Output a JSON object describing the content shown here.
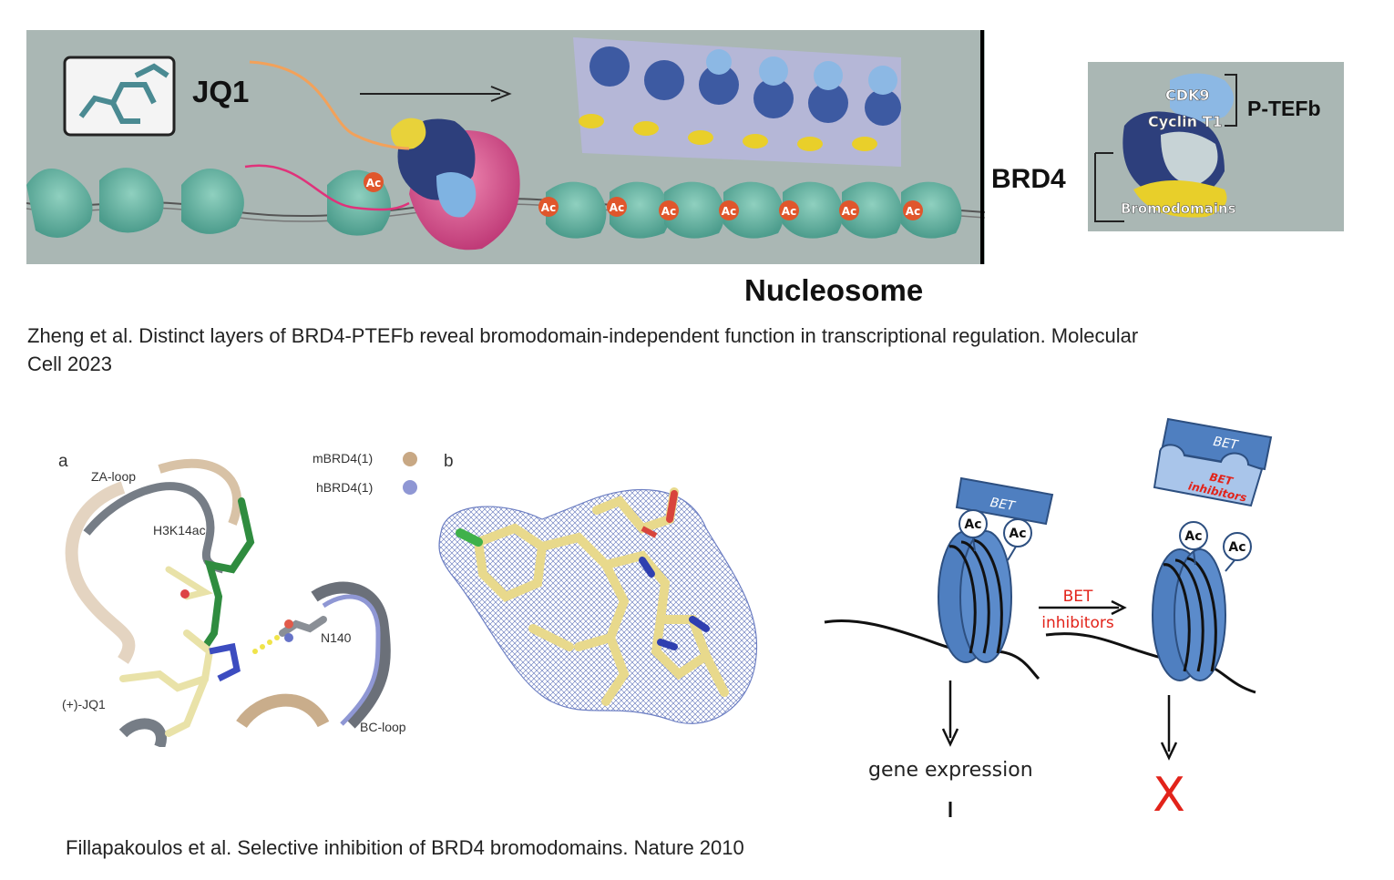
{
  "top_figure": {
    "jq1_label": "JQ1",
    "brd4_label": "BRD4",
    "nucleosome_label": "Nucleosome",
    "ac_label": "Ac",
    "inset": {
      "cdk9": "CDK9",
      "cyclin": "Cyclin T1",
      "ptefb": "P-TEFb",
      "bromodomains": "Bromodomains"
    }
  },
  "citation_top": "Zheng et al. Distinct layers of BRD4-PTEFb reveal bromodomain-independent function in transcriptional regulation. Molecular Cell 2023",
  "panel_a": {
    "letter": "a",
    "za_loop": "ZA-loop",
    "h3k14ac": "H3K14ac",
    "n140": "N140",
    "jq1": "(+)-JQ1",
    "bc_loop": "BC-loop",
    "legend": [
      "mBRD4(1)",
      "hBRD4(1)"
    ],
    "legend_colors": [
      "#c8a884",
      "#8f97d4"
    ]
  },
  "panel_b": {
    "letter": "b"
  },
  "diagram": {
    "bet": "BET",
    "ac": "Ac",
    "arrow_label_1": "BET",
    "arrow_label_2": "inhibitors",
    "inhibitor_label_1": "BET",
    "inhibitor_label_2": "inhibitors",
    "gene_expression": "gene expression",
    "blocked_mark": "X"
  },
  "citation_bottom": "Fillapakoulos et al. Selective inhibition of BRD4 bromodomains. Nature 2010"
}
